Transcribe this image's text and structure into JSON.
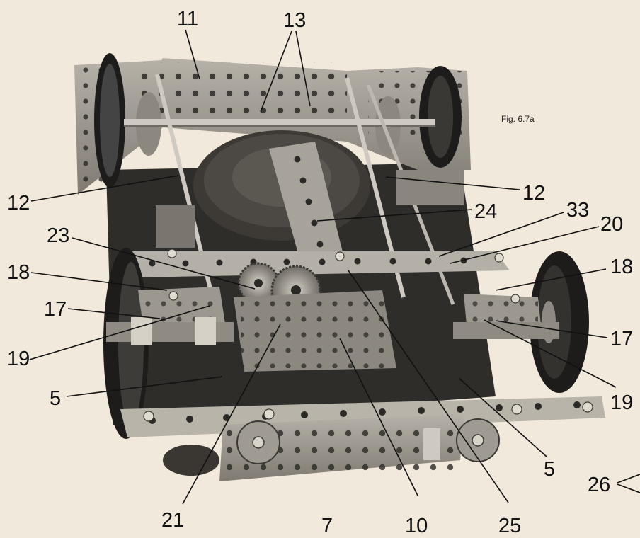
{
  "figure": {
    "caption": "Fig. 6.7a",
    "callouts": {
      "c11": "11",
      "c13": "13",
      "c12_left": "12",
      "c12_right": "12",
      "c24": "24",
      "c33": "33",
      "c20": "20",
      "c23": "23",
      "c18_left": "18",
      "c18_right": "18",
      "c17_left": "17",
      "c17_right": "17",
      "c19_left": "19",
      "c19_right": "19",
      "c5_left": "5",
      "c5_right": "5",
      "c21": "21",
      "c7": "7",
      "c10": "10",
      "c25": "25",
      "c26": "26"
    }
  },
  "colors": {
    "paper": "#f1e9dc",
    "metal_plate": "#9a958d",
    "metal_dark": "#3b3935",
    "tyre": "#1d1c1a",
    "text": "#111111"
  }
}
